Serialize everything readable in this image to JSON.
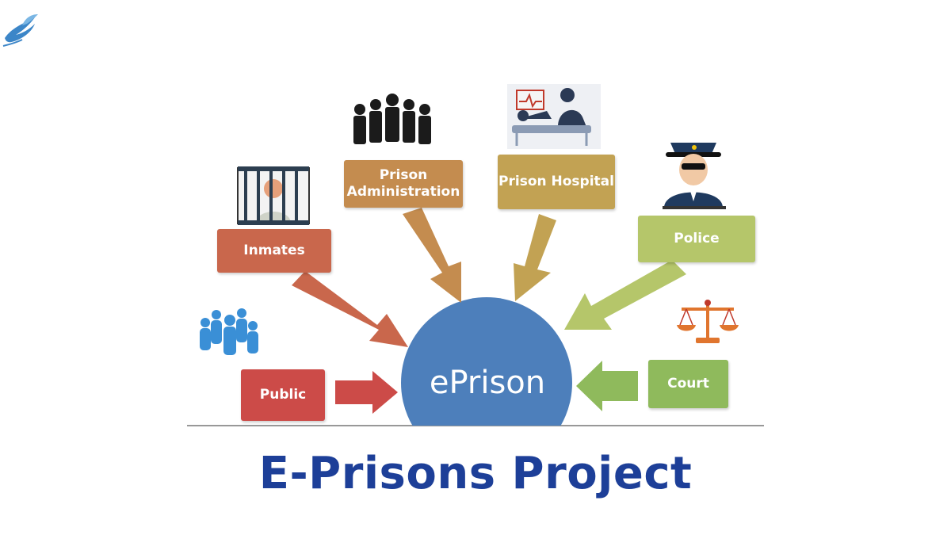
{
  "diagram": {
    "center": "ePrison",
    "nodes": [
      {
        "id": "public",
        "label": "Public"
      },
      {
        "id": "inmates",
        "label": "Inmates"
      },
      {
        "id": "prison_admin",
        "label": "Prison Administration"
      },
      {
        "id": "prison_hospital",
        "label": "Prison Hospital"
      },
      {
        "id": "police",
        "label": "Police"
      },
      {
        "id": "court",
        "label": "Court"
      }
    ],
    "edges": [
      {
        "from": "public",
        "to": "center"
      },
      {
        "from": "inmates",
        "to": "center"
      },
      {
        "from": "prison_admin",
        "to": "center"
      },
      {
        "from": "prison_hospital",
        "to": "center"
      },
      {
        "from": "police",
        "to": "center"
      },
      {
        "from": "court",
        "to": "center"
      }
    ],
    "colors": {
      "public": "#cc4b48",
      "inmates": "#c9674c",
      "prison_admin": "#c48c4f",
      "prison_hospital": "#c2a253",
      "police": "#b5c66a",
      "court": "#8fba5c",
      "center": "#4d7fbb"
    }
  },
  "page_title": "E-Prisons Project",
  "title_color": "#1d3f98",
  "icons": [
    "bird-logo-icon",
    "inmate-behind-bars-icon",
    "officers-group-icon",
    "hospital-bed-icon",
    "police-officer-icon",
    "scales-of-justice-icon",
    "people-group-icon"
  ]
}
